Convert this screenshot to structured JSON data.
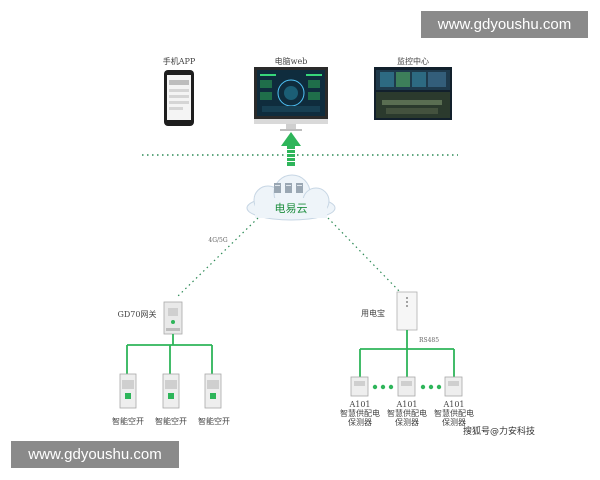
{
  "watermark_top": "www.gdyoushu.com",
  "watermark_bottom": "www.gdyoushu.com",
  "top_devices": {
    "phone_label": "手机APP",
    "pc_label": "电脑web",
    "monitor_center_label": "监控中心"
  },
  "cloud_label": "电易云",
  "link_label": "4G/5G",
  "gateway": {
    "label": "GD70网关",
    "breakers": [
      "智能空开",
      "智能空开",
      "智能空开"
    ]
  },
  "power_box": {
    "label": "用电宝",
    "bus_label": "RS485",
    "protectors": [
      {
        "model": "A101",
        "line1": "智慧供配电",
        "line2": "保测器"
      },
      {
        "model": "A101",
        "line1": "智慧供配电",
        "line2": "保测器"
      },
      {
        "model": "A101",
        "line1": "智慧供配电",
        "line2": "保测器"
      }
    ]
  },
  "credit": "搜狐号@力安科技",
  "colors": {
    "accent_green": "#2eb55a",
    "dotted_line": "#2e8b57",
    "watermark_bg": "#8a8a8a"
  }
}
